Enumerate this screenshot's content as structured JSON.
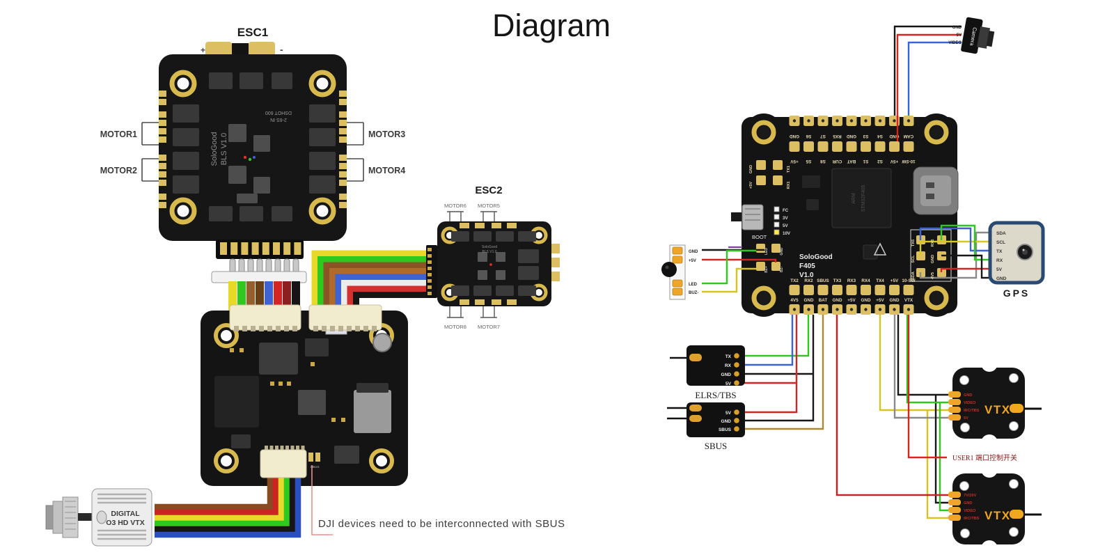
{
  "title": "Diagram",
  "colors": {
    "board_black": "#161616",
    "pad_gold": "#dcbf63",
    "vtx_orange": "#f2a81e",
    "wire_red": "#d42525",
    "wire_green": "#2fc81e",
    "wire_blue": "#3b62d6",
    "wire_yellow": "#e0cb22",
    "callout_red": "#f08c8c"
  },
  "left": {
    "esc1": {
      "label": "ESC1",
      "silk1": "SoloGood",
      "silk2": "BLS V1.0",
      "silk3": "DSHOT 600",
      "silk4": "2-6S IN",
      "plus": "+",
      "minus": "-",
      "motor1": "MOTOR1",
      "motor2": "MOTOR2",
      "motor3": "MOTOR3",
      "motor4": "MOTOR4"
    },
    "esc2": {
      "label": "ESC2",
      "silk1": "SoloGood",
      "silk2": "BLS V1.0",
      "motor6": "MOTOR6",
      "motor5": "MOTOR5",
      "motor8": "MOTOR8",
      "motor7": "MOTOR7"
    },
    "mid_fc": {
      "sbus_pad_label": "SBUS"
    },
    "dji_vtx": {
      "line1": "DIGITAL",
      "line2": "O3 HD VTX"
    },
    "note": "DJI devices need to be interconnected with SBUS"
  },
  "right": {
    "fc": {
      "silk1": "SoloGood",
      "silk2": "F405",
      "silk3": "V1.0",
      "boot": "BOOT",
      "mcu_line1": "ARM",
      "mcu_line2": "STM32F405",
      "led_labels": [
        "FC",
        "3V",
        "5V",
        "10V"
      ],
      "top_row1": [
        "GND",
        "S6",
        "S7",
        "RX5",
        "GND",
        "S3",
        "S4",
        "GND",
        "CAM"
      ],
      "top_row2": [
        "+5V",
        "S5",
        "S8",
        "CUR",
        "BAT",
        "S1",
        "S2",
        "+5V",
        "10-SW"
      ],
      "uart1_pads": [
        "GND",
        "+5V",
        "TX1",
        "RX1"
      ],
      "aux_pads": [
        "LED",
        "GND",
        "BZ+",
        "BZ-"
      ],
      "gps_pads": [
        "TX6",
        "RX6",
        "SCL",
        "GND",
        "SDA",
        "4V5"
      ],
      "bottom_row1": [
        "TX2",
        "RX2",
        "SBUS",
        "TX3",
        "RX3",
        "RX4",
        "TX4",
        "+5V",
        "10-SW"
      ],
      "bottom_row2": [
        "4V5",
        "GND",
        "BAT",
        "GND",
        "+5V",
        "GND",
        "+5V",
        "GND",
        "VTX"
      ]
    },
    "camera": {
      "label": "Camera",
      "pins": [
        "GND",
        "5V",
        "VIDEO"
      ]
    },
    "gps": {
      "label": "GPS",
      "pins": [
        "SDA",
        "SCL",
        "TX",
        "RX",
        "5V",
        "GND"
      ]
    },
    "elrs": {
      "label": "ELRS/TBS",
      "pins": [
        "TX",
        "RX",
        "GND",
        "5V"
      ]
    },
    "sbus_rx": {
      "label": "SBUS",
      "pins": [
        "5V",
        "GND",
        "SBUS"
      ]
    },
    "vtx1": {
      "label": "VTX",
      "pins": [
        "GND",
        "VIDEO",
        "IRC/TBS",
        "5V"
      ]
    },
    "vtx2": {
      "label": "VTX",
      "pins": [
        "7V/26V",
        "GND",
        "VIDEO",
        "IRC/TBS"
      ]
    },
    "buzzer": {
      "pins": [
        "GND",
        "+5V",
        "LED",
        "BUZ-"
      ]
    },
    "user1_note": "USER1 端口控制开关"
  }
}
